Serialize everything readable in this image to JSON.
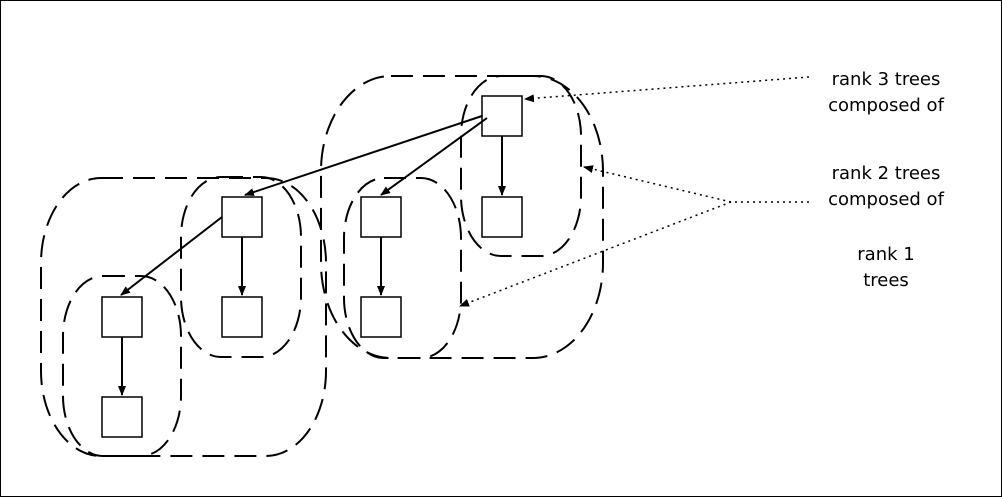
{
  "labels": {
    "rank3_line1": "rank 3 trees",
    "rank3_line2": "composed of",
    "rank2_line1": "rank 2 trees",
    "rank2_line2": "composed of",
    "rank1_line1": "rank 1",
    "rank1_line2": "trees"
  },
  "colors": {
    "stroke": "#000000",
    "background": "#ffffff"
  }
}
